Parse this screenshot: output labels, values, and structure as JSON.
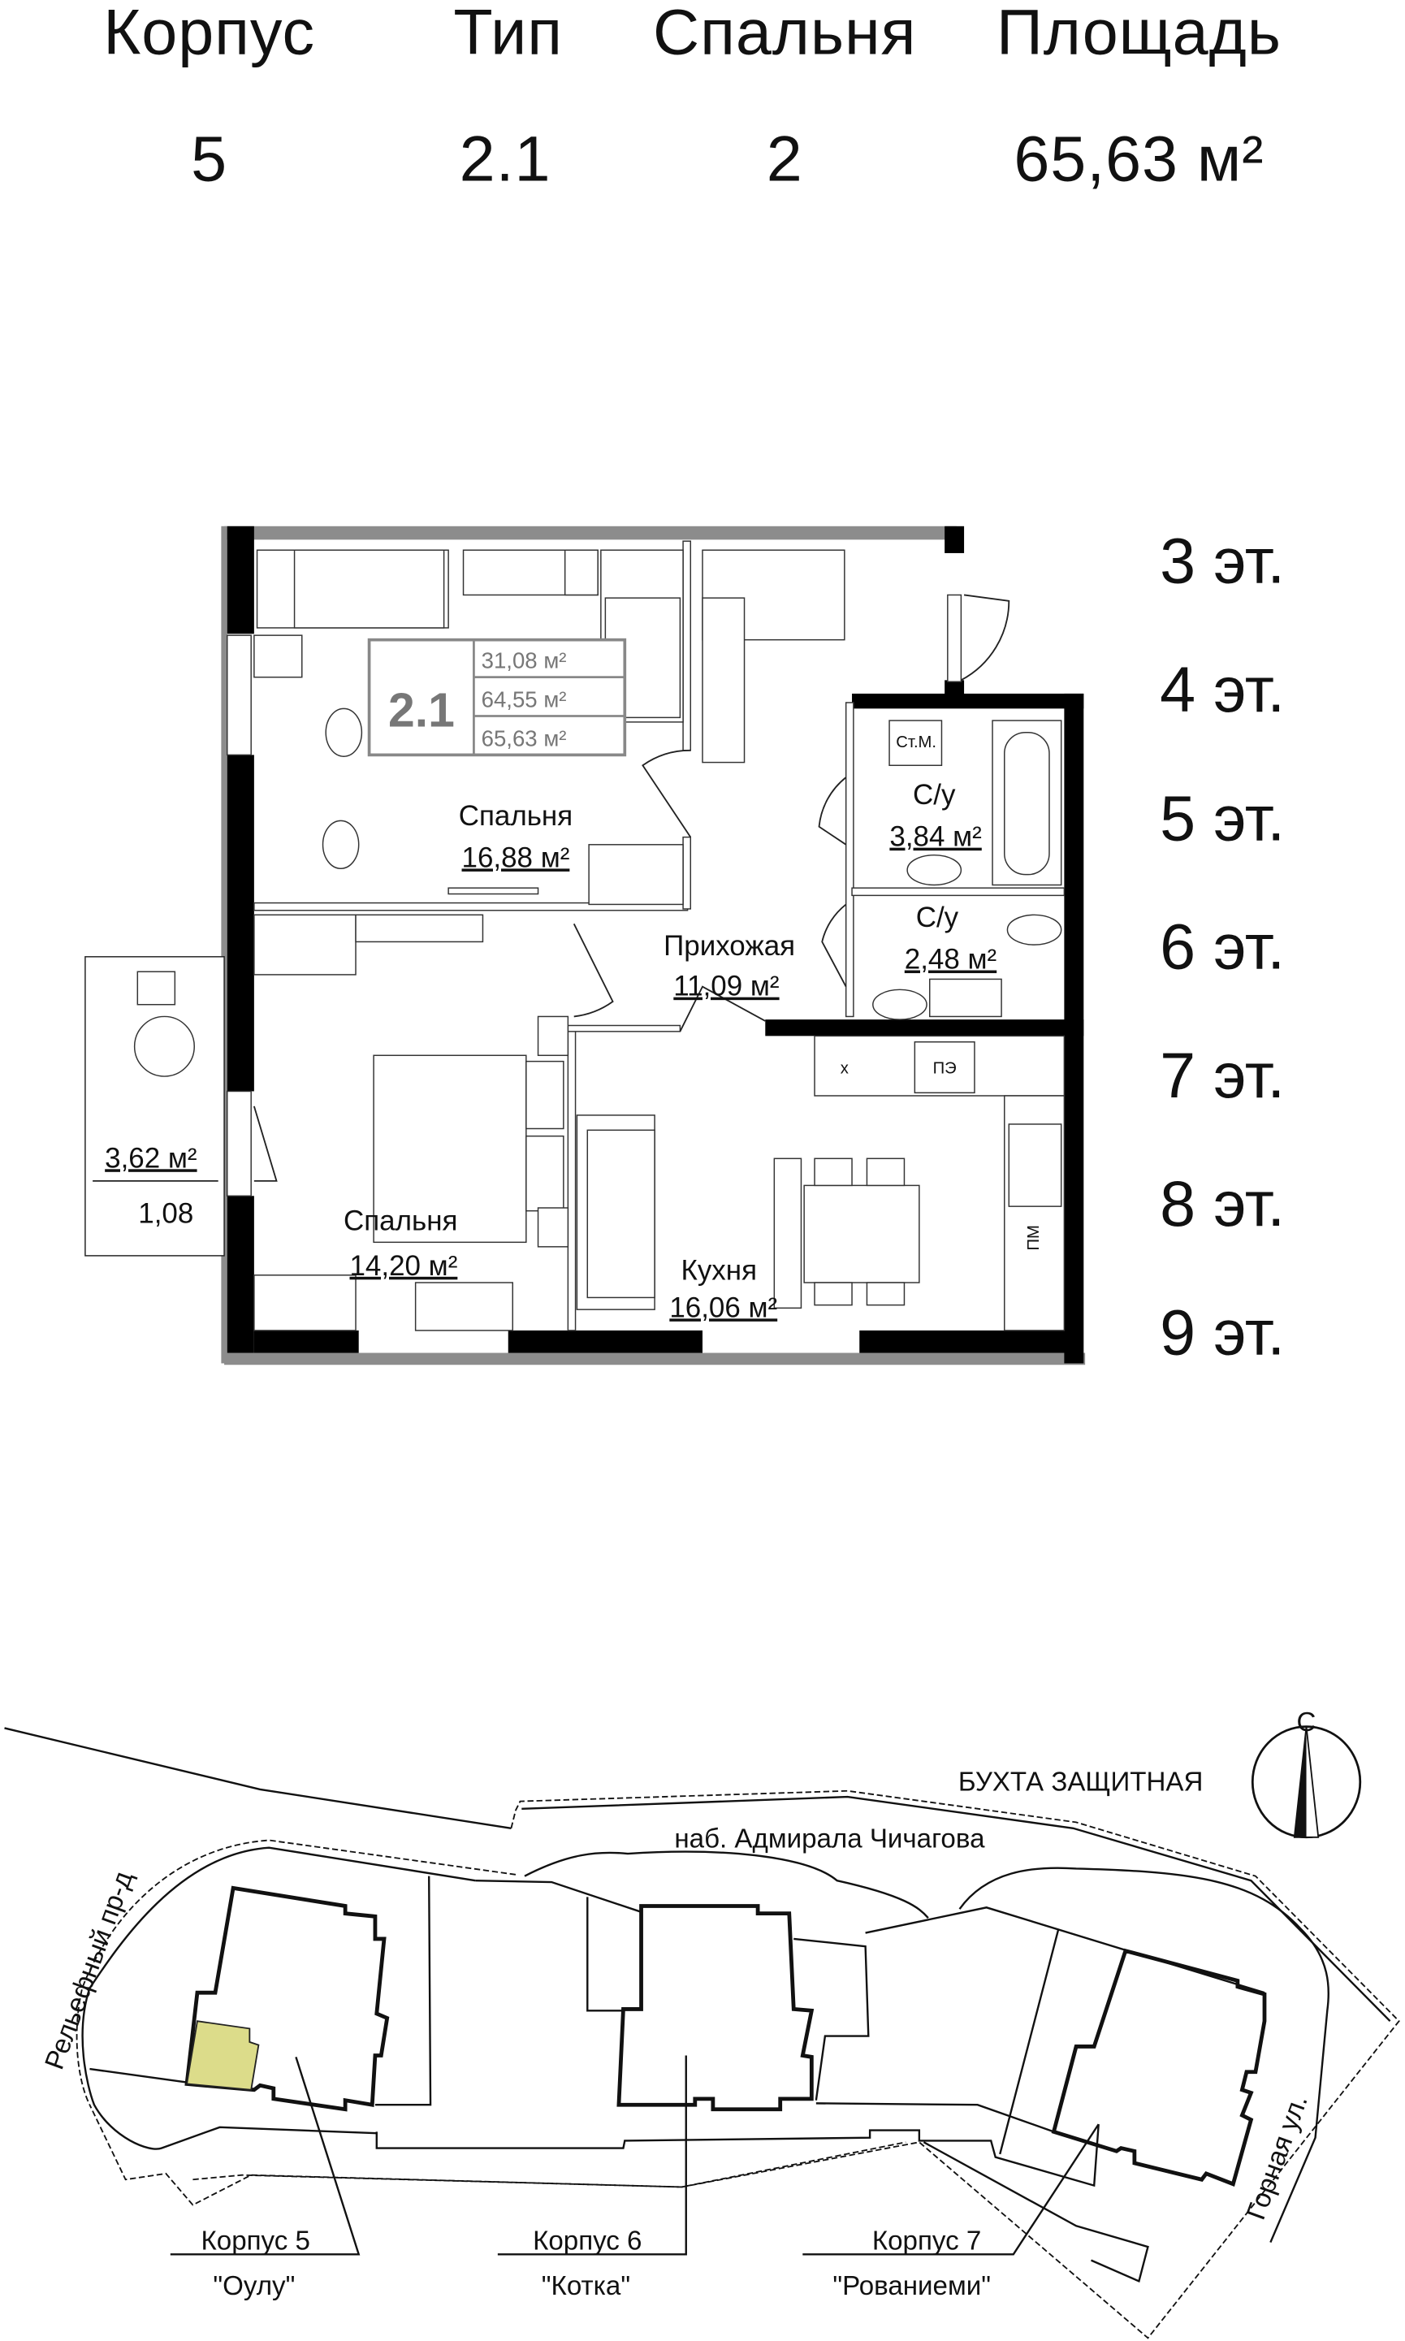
{
  "header": {
    "columns": [
      {
        "label": "Корпус",
        "value": "5"
      },
      {
        "label": "Тип",
        "value": "2.1"
      },
      {
        "label": "Спальня",
        "value": "2"
      },
      {
        "label": "Площадь",
        "value": "65,63 м²"
      }
    ]
  },
  "floors": [
    "3 эт.",
    "4 эт.",
    "5 эт.",
    "6 эт.",
    "7 эт.",
    "8 эт.",
    "9 эт."
  ],
  "plan": {
    "info_box": {
      "type": "2.1",
      "areas": [
        "31,08 м²",
        "64,55 м²",
        "65,63 м²"
      ]
    },
    "rooms": [
      {
        "name": "Спальня",
        "area": "16,88 м²"
      },
      {
        "name": "С/у",
        "area": "3,84 м²"
      },
      {
        "name": "С/у",
        "area": "2,48 м²"
      },
      {
        "name": "Прихожая",
        "area": "11,09 м²"
      },
      {
        "name": "Спальня",
        "area": "14,20 м²"
      },
      {
        "name": "Кухня",
        "area": "16,06 м²"
      }
    ],
    "balcony": {
      "area": "3,62 м²",
      "coefficient": "1,08"
    },
    "fixtures": {
      "washer": "Ст.М.",
      "fridge": "х",
      "stove": "ПЭ",
      "dishwasher": "ПМ"
    }
  },
  "site_plan": {
    "water": "БУХТА ЗАЩИТНАЯ",
    "embankment": "наб. Адмирала Чичагова",
    "street_left": "Рельефный пр-д",
    "street_right": "Горная ул.",
    "compass_north": "С",
    "highlight_color": "#dcdc8a",
    "buildings": [
      {
        "label": "Корпус 5",
        "name": "\"Оулу\""
      },
      {
        "label": "Корпус 6",
        "name": "\"Котка\""
      },
      {
        "label": "Корпус 7",
        "name": "\"Рованиеми\""
      }
    ]
  }
}
